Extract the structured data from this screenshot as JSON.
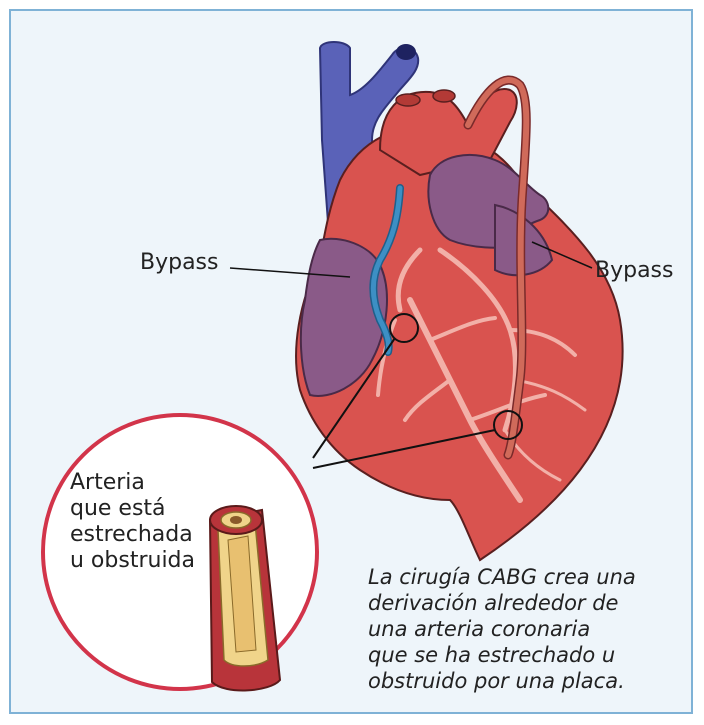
{
  "labels": {
    "bypass_left": "Bypass",
    "bypass_right": "Bypass",
    "artery_lines": [
      "Arteria",
      "que está",
      "estrechada",
      "u obstruida"
    ]
  },
  "caption_lines": [
    "La cirugía CABG crea una",
    "derivación alrededor de",
    "una arteria coronaria",
    "que se ha estrechado u",
    "obstruido por una placa."
  ],
  "colors": {
    "frame_border": "#7fb2d6",
    "panel_bg": "#eef5fa",
    "vein_blue": "#5a62b8",
    "heart_red": "#d9534f",
    "heart_purple": "#8a5a88",
    "coronary_pink": "#f2b0a8",
    "bypass_blue": "#3d8fc4",
    "inset_circle": "#d2344a"
  }
}
